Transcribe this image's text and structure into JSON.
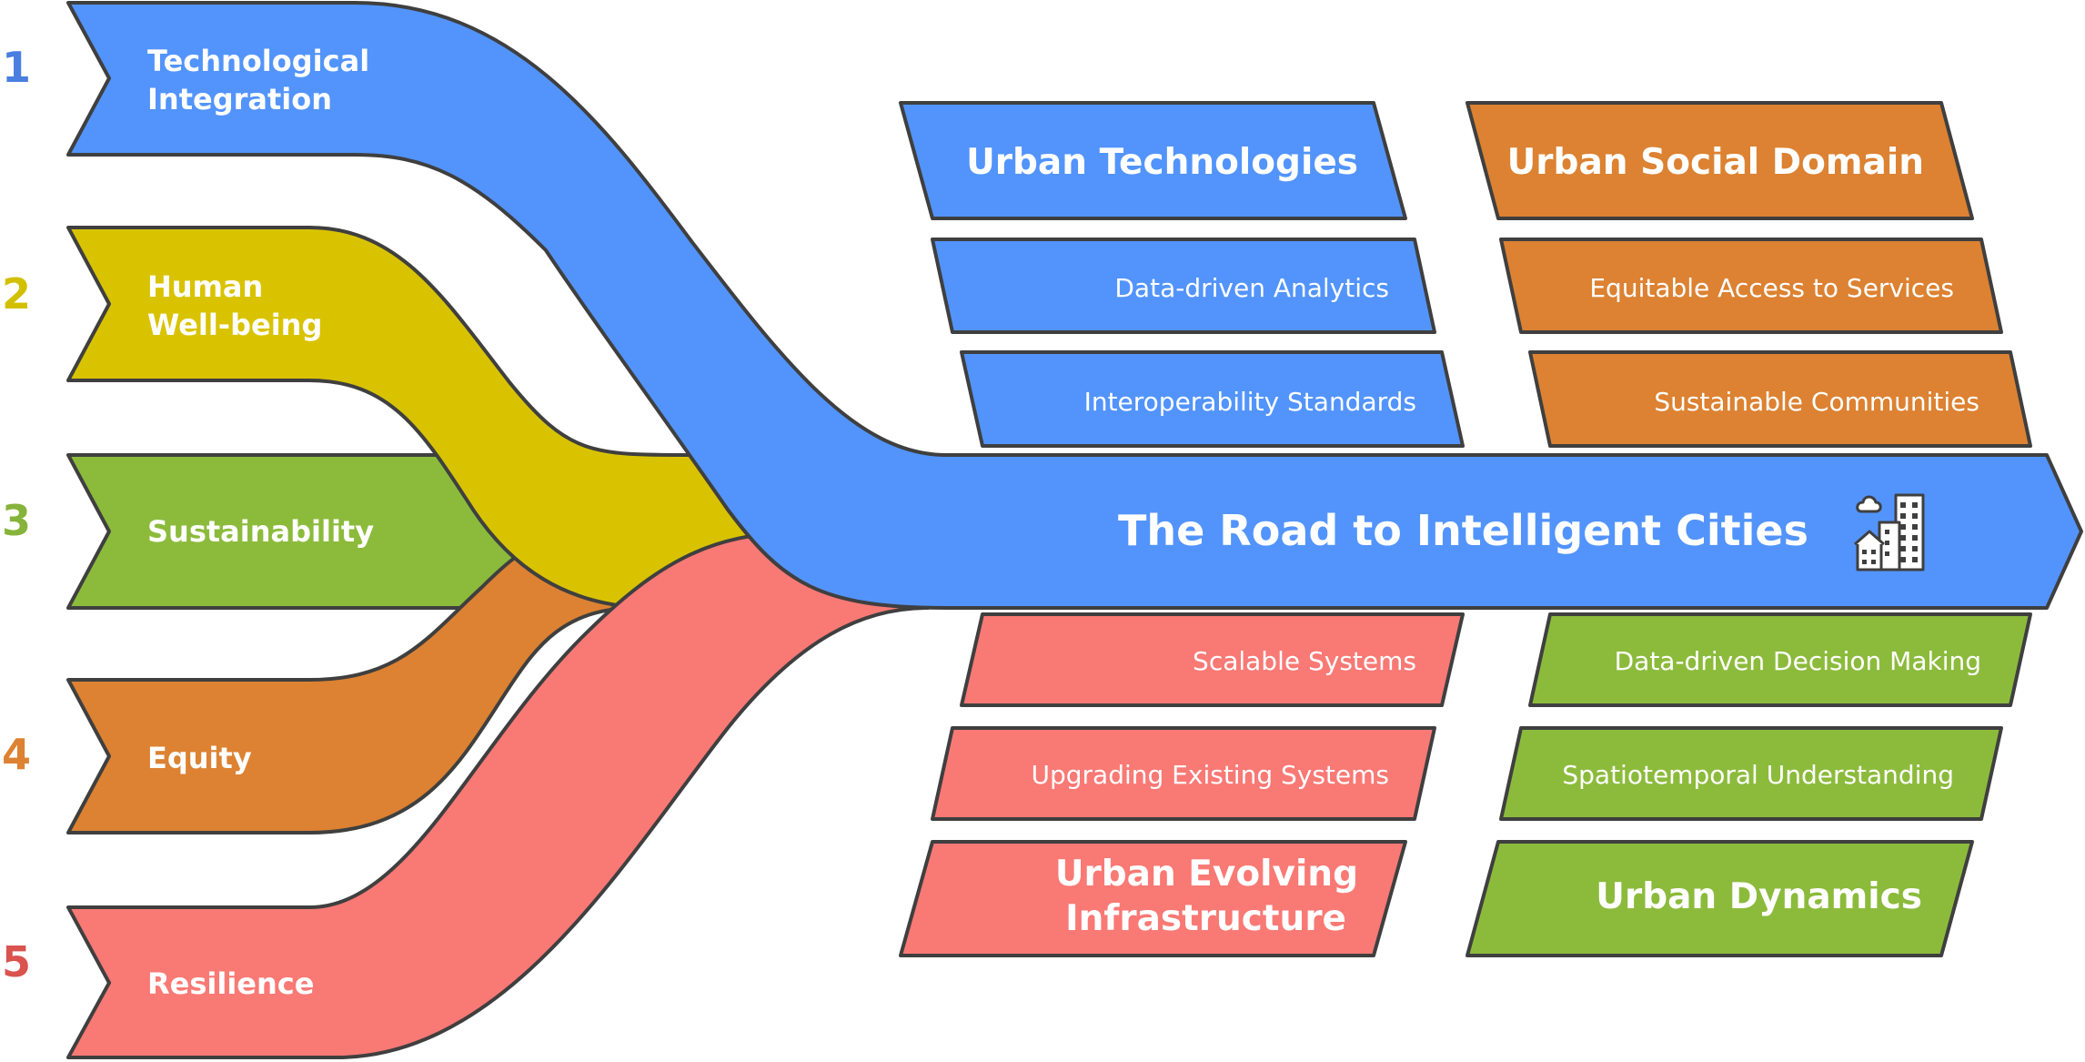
{
  "colors": {
    "blue": "#5294fc",
    "yellow": "#d9c300",
    "green": "#8cbb3c",
    "orange": "#dc8232",
    "red": "#f97975",
    "outline": "#3f3f3f"
  },
  "streams": [
    {
      "number": "1",
      "line1": "Technological",
      "line2": "Integration",
      "color": "#5294fc",
      "number_color": "#4a7ee0"
    },
    {
      "number": "2",
      "line1": "Human",
      "line2": "Well-being",
      "color": "#d9c300",
      "number_color": "#d2c000"
    },
    {
      "number": "3",
      "line1": "Sustainability",
      "line2": "",
      "color": "#8cbb3c",
      "number_color": "#86b33a"
    },
    {
      "number": "4",
      "line1": "Equity",
      "line2": "",
      "color": "#dc8232",
      "number_color": "#dc8232"
    },
    {
      "number": "5",
      "line1": "Resilience",
      "line2": "",
      "color": "#f97975",
      "number_color": "#d9534f"
    }
  ],
  "main_road": {
    "title": "The Road to Intelligent Cities",
    "icon": "city-buildings-icon"
  },
  "domains": {
    "urban_technologies": {
      "title": "Urban Technologies",
      "items": [
        "Data-driven Analytics",
        "Interoperability Standards"
      ]
    },
    "urban_social_domain": {
      "title": "Urban Social Domain",
      "items": [
        "Equitable Access to Services",
        "Sustainable Communities"
      ]
    },
    "urban_evolving_infrastructure": {
      "title_line1": "Urban Evolving",
      "title_line2": "Infrastructure",
      "items": [
        "Scalable Systems",
        "Upgrading Existing Systems"
      ]
    },
    "urban_dynamics": {
      "title": "Urban Dynamics",
      "items": [
        "Data-driven Decision Making",
        "Spatiotemporal Understanding"
      ]
    }
  }
}
